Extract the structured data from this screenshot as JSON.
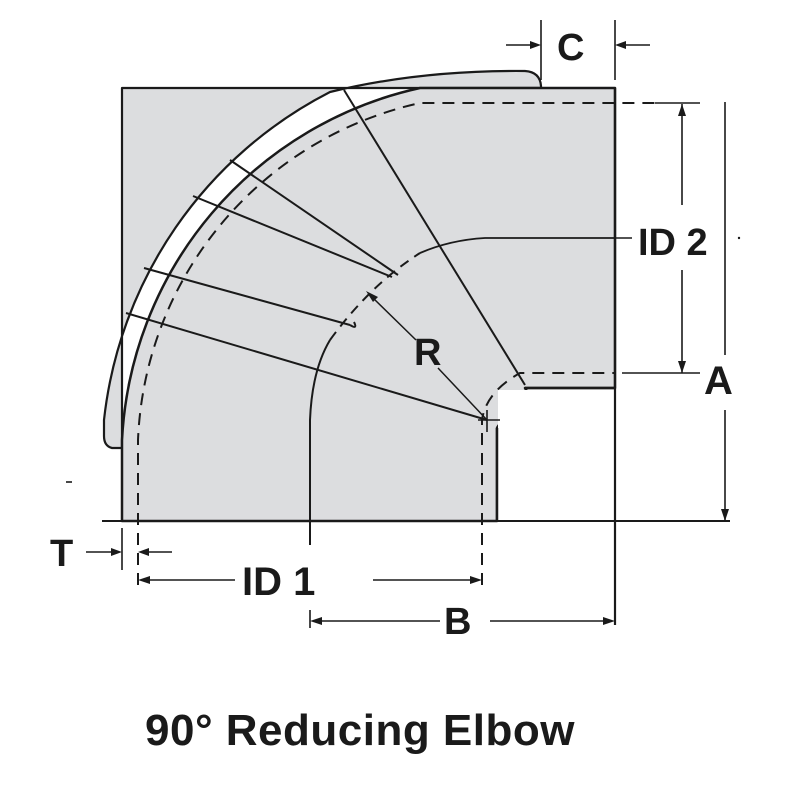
{
  "title": "90° Reducing Elbow",
  "labels": {
    "C": "C",
    "ID2": "ID 2",
    "A": "A",
    "R": "R",
    "T": "T",
    "ID1": "ID 1",
    "B": "B"
  },
  "colors": {
    "fill": "#dcdddf",
    "line": "#1a1a1a",
    "background": "#ffffff"
  }
}
